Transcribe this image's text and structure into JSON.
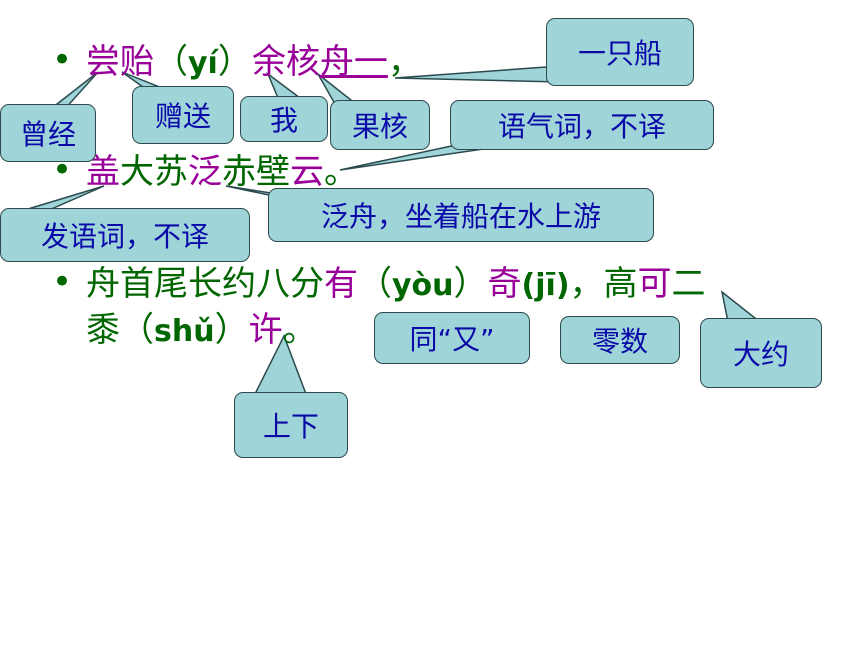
{
  "slide": {
    "line1": {
      "bullet": "•",
      "p1": "尝",
      "p2": "贻",
      "p3": "（",
      "p4": "yí",
      "p5": "）",
      "p6": "余",
      "p7": "核",
      "p8": "舟",
      "p9": "一",
      "p10": "，"
    },
    "line2": {
      "bullet": "•",
      "p1": "盖",
      "p2": "大苏",
      "p3": "泛",
      "p4": "赤壁",
      "p5": "云",
      "p6": "。"
    },
    "line3": {
      "bullet": "•",
      "p1": "舟首尾长约八分",
      "p2": "有",
      "p3": "（",
      "p4": "yòu",
      "p5": "）",
      "p6": "奇",
      "p7": "(",
      "p8": "jī",
      "p9": ")",
      "p10": "，高",
      "p11": "可",
      "p12": "二"
    },
    "line4": {
      "p1": "黍（",
      "p2": "shǔ",
      "p3": "）",
      "p4": "许",
      "p5": "。"
    }
  },
  "callouts": {
    "yizhichuan": "一只船",
    "zengsong": "赠送",
    "wo": "我",
    "guohe": "果核",
    "yuqici": "语气词，不译",
    "cengjing": "曾经",
    "fayuci": "发语词，不译",
    "fanzhou": "泛舟，坐着船在水上游",
    "tongyou": "同“又”",
    "lingshu": "零数",
    "dayue": "大约",
    "shangxia": "上下"
  },
  "colors": {
    "text_green": "#006600",
    "highlight_purple": "#990099",
    "callout_fill": "#9fd4d8",
    "callout_text": "#0a0aa8"
  }
}
